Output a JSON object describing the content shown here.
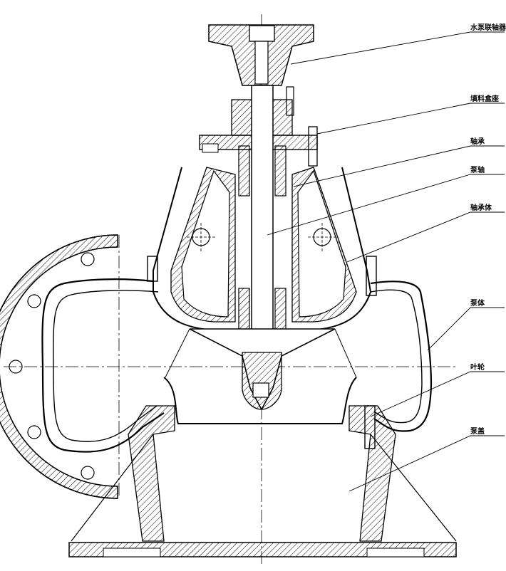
{
  "labels": {
    "coupling": "水泵联轴器",
    "packing_seat": "填料盒座",
    "bearing": "轴承",
    "shaft": "泵轴",
    "bearing_body": "轴承体",
    "pump_body": "泵体",
    "impeller": "叶轮",
    "pump_cover": "泵盖"
  }
}
